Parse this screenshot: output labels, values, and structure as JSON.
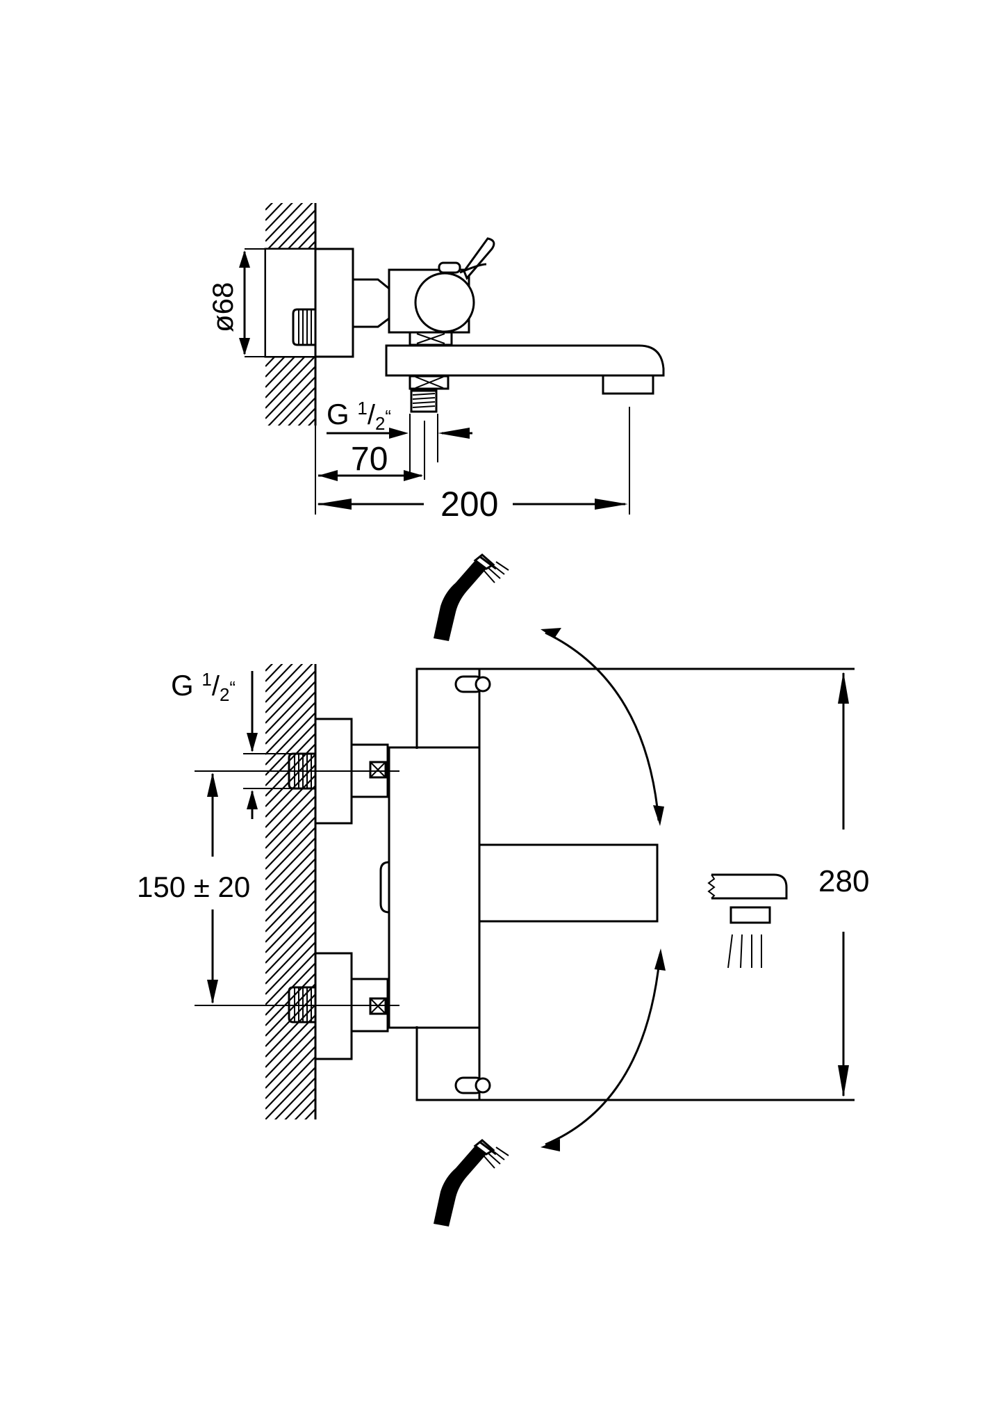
{
  "drawing_colors": {
    "line": "#000000",
    "background": "#ffffff"
  },
  "side_view": {
    "diameter_label": "ø68",
    "thread_prefix": "G ",
    "thread_numerator": "1",
    "thread_slash": "/",
    "thread_denominator": "2",
    "thread_quote": "“",
    "dim_70": "70",
    "dim_200": "200"
  },
  "front_view": {
    "thread_prefix": "G ",
    "thread_numerator": "1",
    "thread_slash": "/",
    "thread_denominator": "2",
    "thread_quote": "“",
    "dim_center_distance": "150 ± 20",
    "dim_height": "280"
  },
  "icons": [
    "hand-shower-icon",
    "bath-spout-icon",
    "rotation-arrow-icon"
  ]
}
